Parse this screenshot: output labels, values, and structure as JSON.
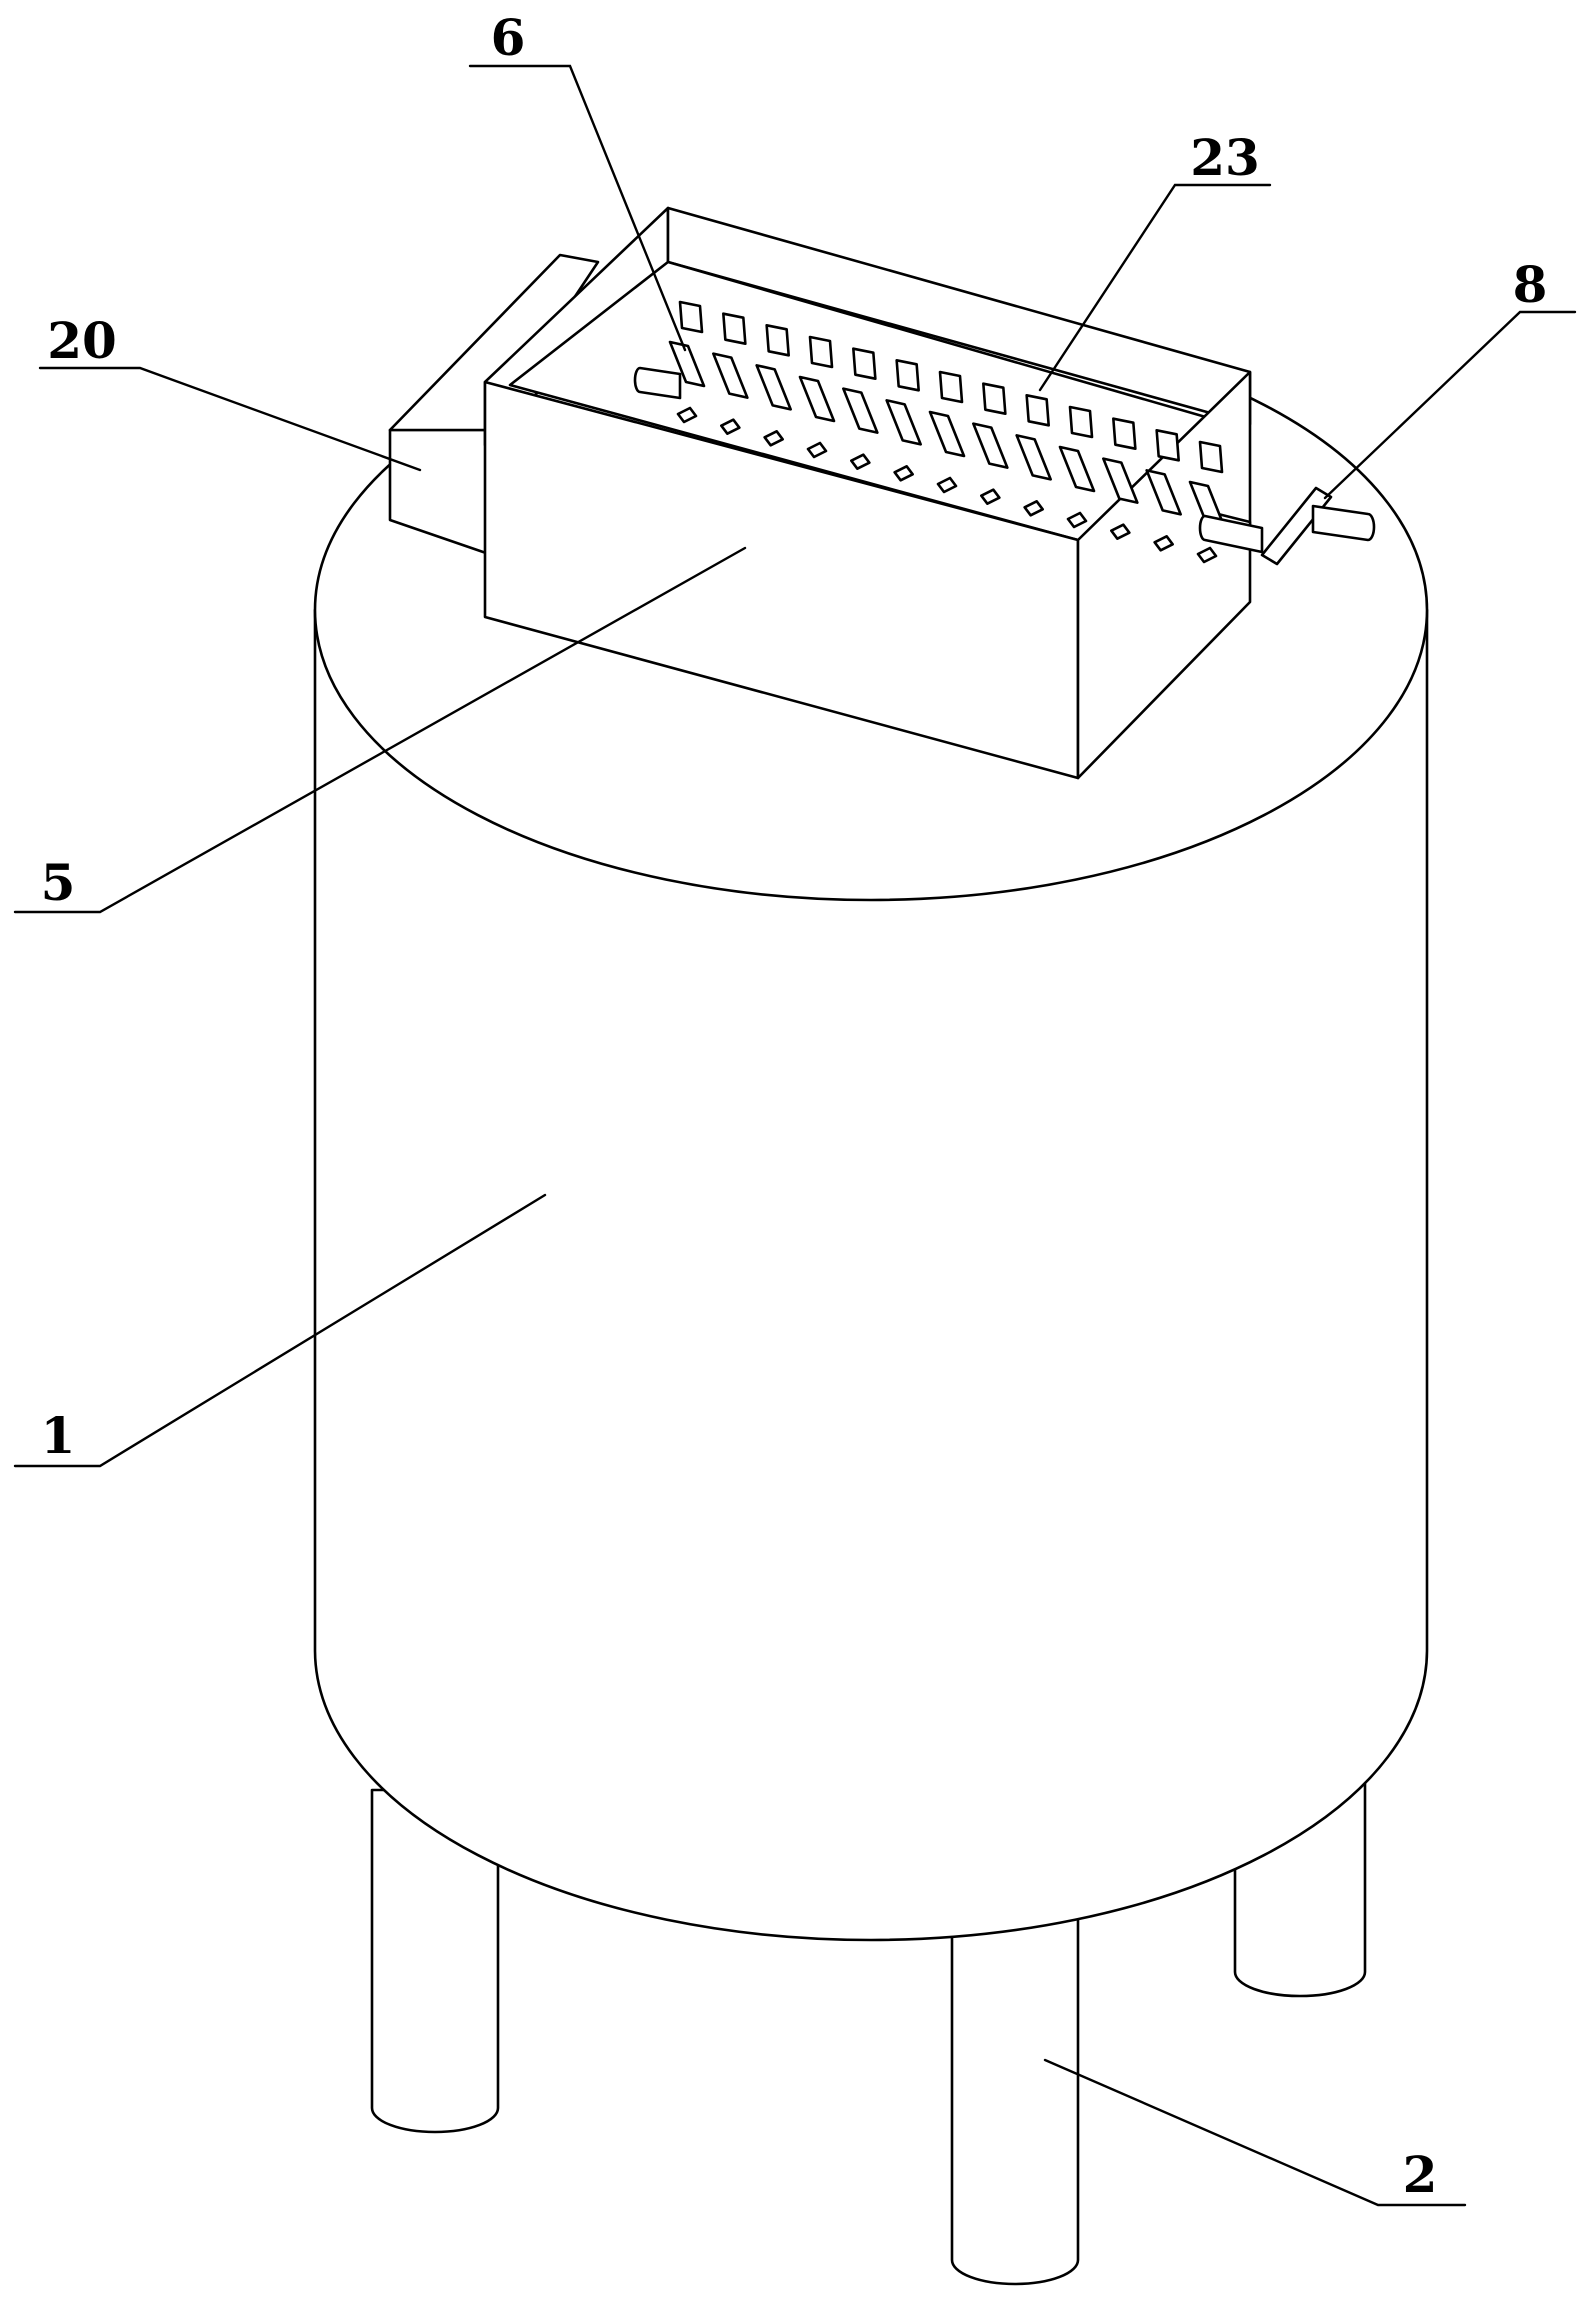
{
  "labels": [
    {
      "id": "label-6",
      "text": "6",
      "part": "shaft"
    },
    {
      "id": "label-23",
      "text": "23",
      "part": "crushing-blades"
    },
    {
      "id": "label-20",
      "text": "20",
      "part": "motor"
    },
    {
      "id": "label-8",
      "text": "8",
      "part": "handle"
    },
    {
      "id": "label-5",
      "text": "5",
      "part": "crushing-box"
    },
    {
      "id": "label-1",
      "text": "1",
      "part": "tank-body"
    },
    {
      "id": "label-2",
      "text": "2",
      "part": "support-legs"
    }
  ],
  "colors": {
    "stroke": "#000000",
    "background": "#ffffff"
  }
}
